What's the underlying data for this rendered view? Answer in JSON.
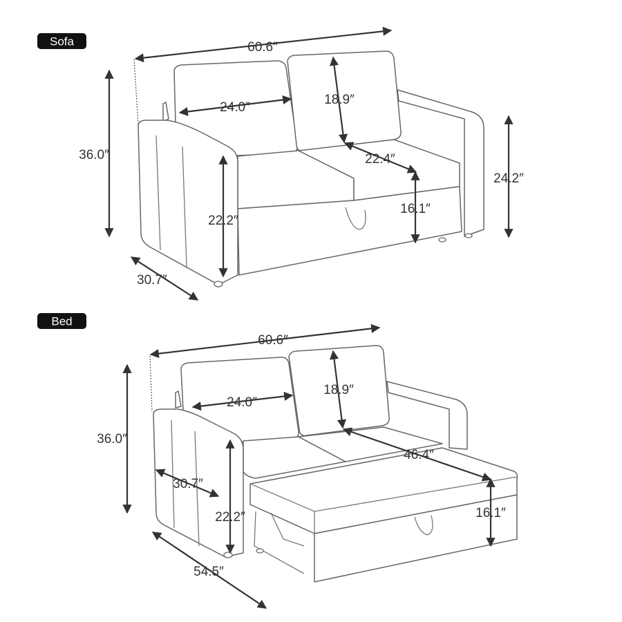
{
  "sofa": {
    "label": "Sofa",
    "dims": {
      "width": "60.6″",
      "height": "36.0″",
      "depth": "30.7″",
      "seat_width": "24.0″",
      "back_height": "18.9″",
      "seat_depth": "22.4″",
      "arm_height": "24.2″",
      "seat_height_arm": "22.2″",
      "seat_height": "16.1″"
    }
  },
  "bed": {
    "label": "Bed",
    "dims": {
      "width": "60.6″",
      "height": "36.0″",
      "seat_width": "24.0″",
      "back_height": "18.9″",
      "bed_length": "46.4″",
      "depth": "30.7″",
      "seat_height_arm": "22.2″",
      "bed_height": "16.1″",
      "total_depth": "54.5″"
    }
  },
  "colors": {
    "tag_background": "#111111",
    "tag_text": "#ffffff",
    "dimension_text": "#333333",
    "line": "#666666"
  }
}
